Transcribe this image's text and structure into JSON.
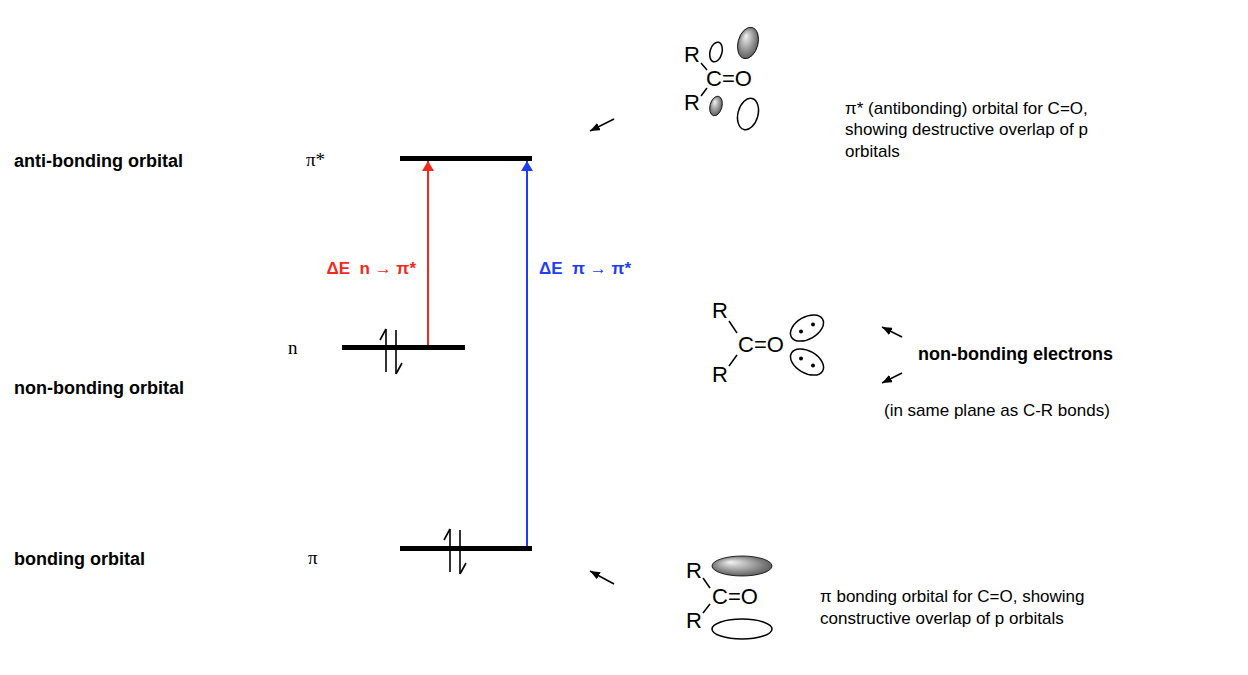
{
  "diagram": {
    "nodes": [
      {
        "text": [
          "anti-bonding orbital",
          "π*"
        ]
      },
      {
        "text": [
          "n",
          "non-bonding orbital"
        ]
      },
      {
        "text": [
          "bonding orbital",
          "π"
        ]
      }
    ],
    "edges": [
      {
        "from": 1,
        "to": 0,
        "arrow": "to",
        "label": "ΔE  n → π*"
      },
      {
        "from": 2,
        "to": 0,
        "arrow": "to",
        "label": "ΔE  π → π*"
      }
    ],
    "labels": [
      "R",
      "R",
      "C=O",
      "R",
      "R",
      "C=O",
      "R",
      "R",
      "C=O",
      "π* (antibonding) orbital for C=O, showing destructive overlap of p orbitals",
      "non-bonding electrons",
      "(in same plane as C-R bonds)",
      "π bonding orbital for C=O, showing constructive overlap of p orbitals"
    ]
  }
}
